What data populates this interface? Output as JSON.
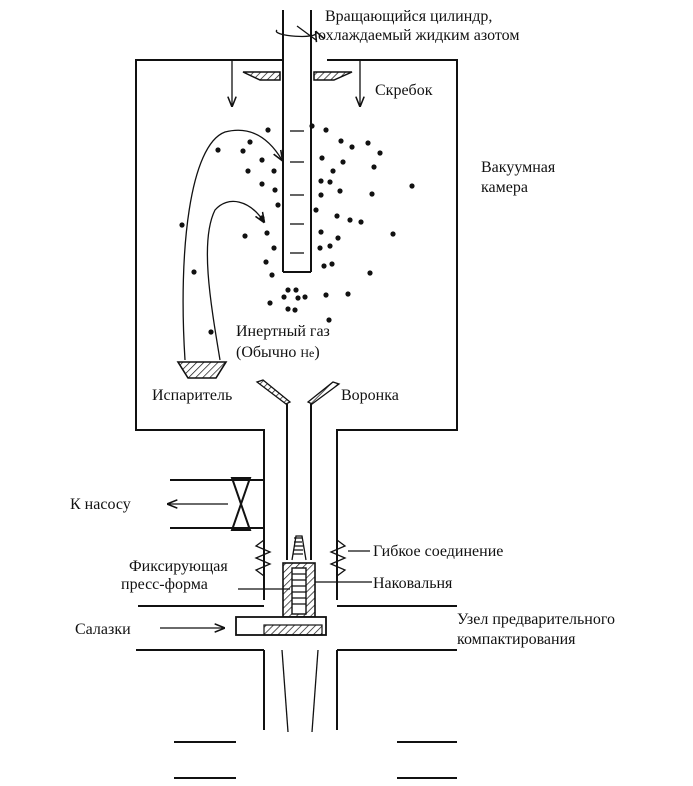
{
  "labels": {
    "cylinder_line1": "Вращающийся цилиндр,",
    "cylinder_line2": "охлаждаемый жидким азотом",
    "scraper": "Скребок",
    "chamber_line1": "Вакуумная",
    "chamber_line2": "камера",
    "gas_line1": "Инертный газ",
    "gas_line2_prefix": "(Обычно ",
    "gas_line2_he": "He",
    "gas_line2_suffix": ")",
    "evaporator": "Испаритель",
    "funnel": "Воронка",
    "pump": "К насосу",
    "flex": "Гибкое соединение",
    "die_line1": "Фиксирующая",
    "die_line2": "пресс-форма",
    "anvil": "Наковальня",
    "slide": "Салазки",
    "precompact_line1": "Узел предварительного",
    "precompact_line2": "компактирования"
  }
}
